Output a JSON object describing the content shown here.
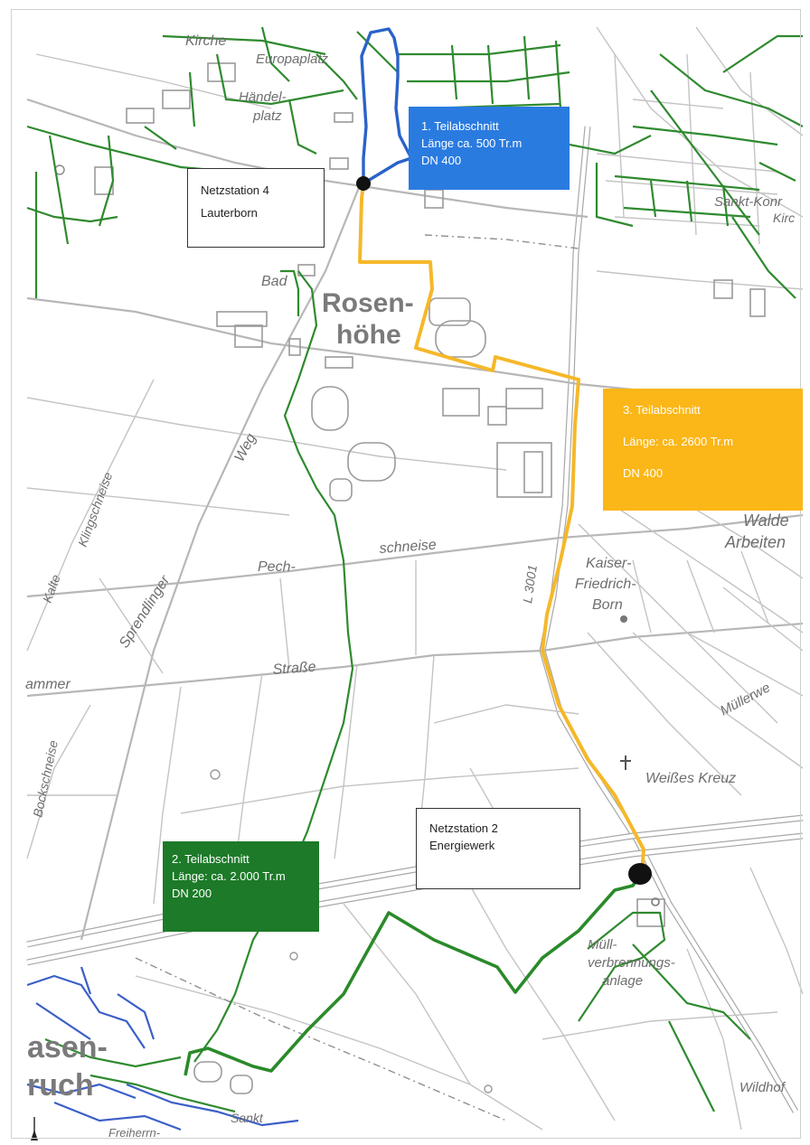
{
  "map": {
    "place_labels": {
      "kirche": "Kirche",
      "europaplatz": "Europaplatz",
      "haendel": "Händel-",
      "platz": "platz",
      "bad": "Bad",
      "rosen": "Rosen-",
      "hoehe": "höhe",
      "weg": "Weg",
      "pech": "Pech-",
      "schneise": "schneise",
      "kalte": "Kalte",
      "klingschneise": "Klingschneise",
      "sprendlinger": "Sprendlinger",
      "strasse": "Straße",
      "ammer": "ammer",
      "bockschneise": "Bockschneise",
      "kaiser": "Kaiser-",
      "friedrich": "Friedrich-",
      "born": "Born",
      "road_number": "L 3001",
      "walde": "Walde",
      "arbeiten": "Arbeiten",
      "muellerweg": "Müllerwe",
      "weisses_kreuz": "Weißes Kreuz",
      "muell": "Müll-",
      "verbrennungs": "verbrennungs-",
      "anlage": "anlage",
      "wildhof": "Wildhof",
      "sankt_konrad": "Sankt-Konr",
      "kirc": "Kirc",
      "asen": "asen-",
      "ruch": "ruch",
      "sankt_bottom": "Sankt",
      "freiherrn": "Freiherrn-"
    },
    "callouts": {
      "station4": {
        "line1": "Netzstation 4",
        "line2": "Lauterborn"
      },
      "section1": {
        "line1": "1. Teilabschnitt",
        "line2": "Länge ca. 500 Tr.m",
        "line3": "DN 400",
        "color": "#2a7be0"
      },
      "section3": {
        "line1": "3. Teilabschnitt",
        "line2": "Länge: ca. 2600 Tr.m",
        "line3": "DN 400",
        "color": "#fbb617"
      },
      "station2": {
        "line1": "Netzstation 2",
        "line2": "Energiewerk"
      },
      "section2": {
        "line1": "2. Teilabschnitt",
        "line2": "Länge: ca. 2.000 Tr.m",
        "line3": "DN 200",
        "color": "#1c7a28"
      }
    },
    "colors": {
      "route_blue": "#2a63c9",
      "route_yellow": "#f5b82a",
      "route_green": "#2a8a2a",
      "road": "#b7b7b7"
    },
    "icons": [
      "station-marker-icon",
      "north-arrow-icon",
      "cross-icon"
    ]
  }
}
